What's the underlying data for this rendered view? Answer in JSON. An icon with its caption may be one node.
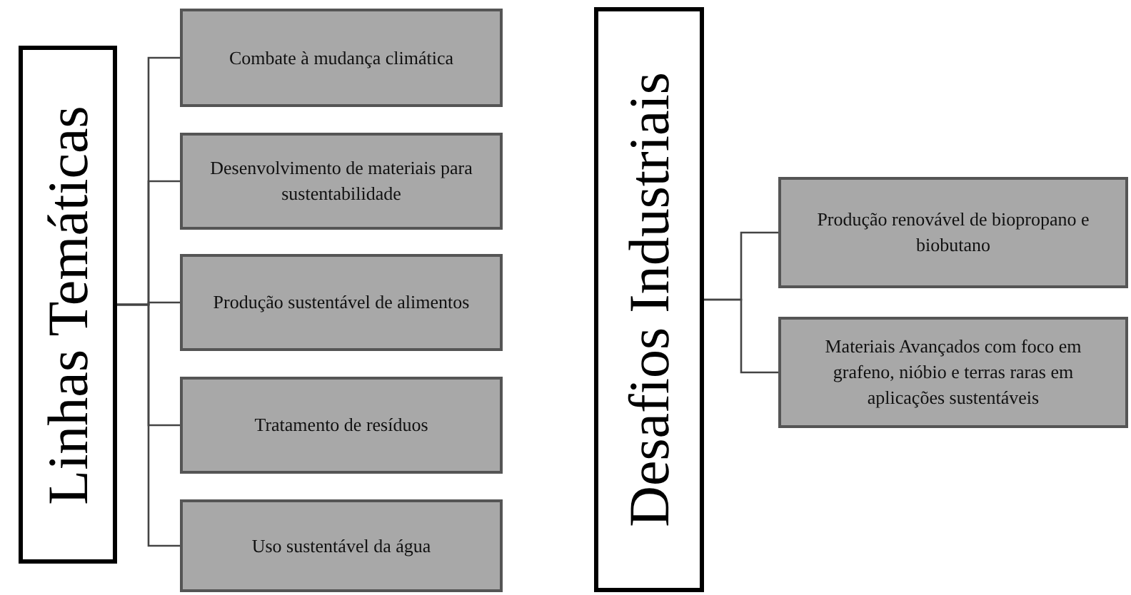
{
  "diagram": {
    "nodes": [
      {
        "text": [
          "Linhas Temáticas"
        ]
      },
      {
        "text": [
          "Combate à mudança climática"
        ]
      },
      {
        "text": [
          "Desenvolvimento de materiais para sustentabilidade"
        ]
      },
      {
        "text": [
          "Produção sustentável de alimentos"
        ]
      },
      {
        "text": [
          "Tratamento de resíduos"
        ]
      },
      {
        "text": [
          "Uso sustentável da água"
        ]
      },
      {
        "text": [
          "Desafios Industriais"
        ]
      },
      {
        "text": [
          "Produção renovável de biopropano e biobutano"
        ]
      },
      {
        "text": [
          "Materiais Avançados com foco em grafeno, nióbio e terras raras em aplicações sustentáveis"
        ]
      }
    ],
    "edges": [
      {
        "from": 0,
        "to": 1,
        "arrow": "none"
      },
      {
        "from": 0,
        "to": 2,
        "arrow": "none"
      },
      {
        "from": 0,
        "to": 3,
        "arrow": "none"
      },
      {
        "from": 0,
        "to": 4,
        "arrow": "none"
      },
      {
        "from": 0,
        "to": 5,
        "arrow": "none"
      },
      {
        "from": 6,
        "to": 7,
        "arrow": "none"
      },
      {
        "from": 6,
        "to": 8,
        "arrow": "none"
      }
    ]
  }
}
